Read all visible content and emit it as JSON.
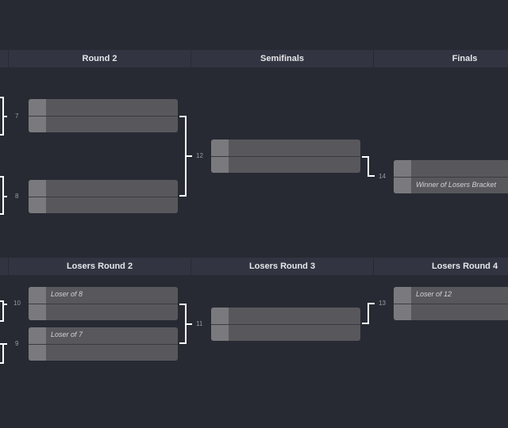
{
  "upper_headers": [
    "",
    "Round 2",
    "Semifinals",
    "Finals"
  ],
  "lower_headers": [
    "",
    "Losers Round 2",
    "Losers Round 3",
    "Losers Round 4"
  ],
  "matches": {
    "m7": {
      "number": "7",
      "top": "",
      "bottom": ""
    },
    "m8": {
      "number": "8",
      "top": "",
      "bottom": ""
    },
    "m12": {
      "number": "12",
      "top": "",
      "bottom": ""
    },
    "m14": {
      "number": "14",
      "top": "",
      "bottom": "Winner of Losers Bracket"
    },
    "m10": {
      "number": "10",
      "top": "Loser of 8",
      "bottom": ""
    },
    "m9": {
      "number": "9",
      "top": "Loser of 7",
      "bottom": ""
    },
    "m11": {
      "number": "11",
      "top": "",
      "bottom": ""
    },
    "m13": {
      "number": "13",
      "top": "Loser of 12",
      "bottom": ""
    }
  }
}
